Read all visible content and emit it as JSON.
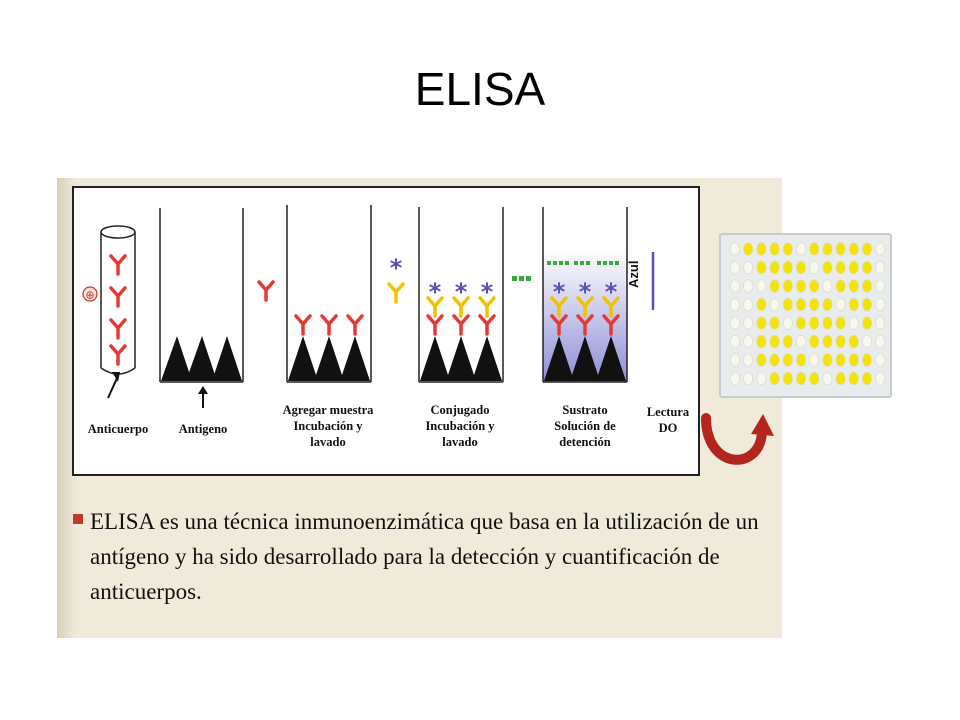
{
  "slide": {
    "title": "ELISA"
  },
  "diagram": {
    "left_symbol": "⊕",
    "steps": [
      {
        "label": "Anticuerpo"
      },
      {
        "label": "Antigeno"
      },
      {
        "label": "Agregar muestra\nIncubación y\nlavado"
      },
      {
        "label": "Conjugado\nIncubación y\nlavado"
      },
      {
        "label": "Sustrato\nSolución de\ndetención"
      },
      {
        "label": "Lectura\nDO"
      }
    ],
    "azul_label": "Azul",
    "colors": {
      "antibody": "#e53935",
      "conjugate": "#f2c200",
      "enzyme": "#5a4fb5",
      "substrate": "#3aa83a",
      "antigen": "#111111",
      "arrow": "#b3261e"
    }
  },
  "plate": {
    "well_color": "#f5e400",
    "empty_well_color": "#f7f7ec"
  },
  "text": {
    "bullet_text": "ELISA es una técnica inmunoenzimática que basa en la utilización de un\n antígeno y ha sido desarrollado para la detección y cuantificación de\nanticuerpos."
  }
}
